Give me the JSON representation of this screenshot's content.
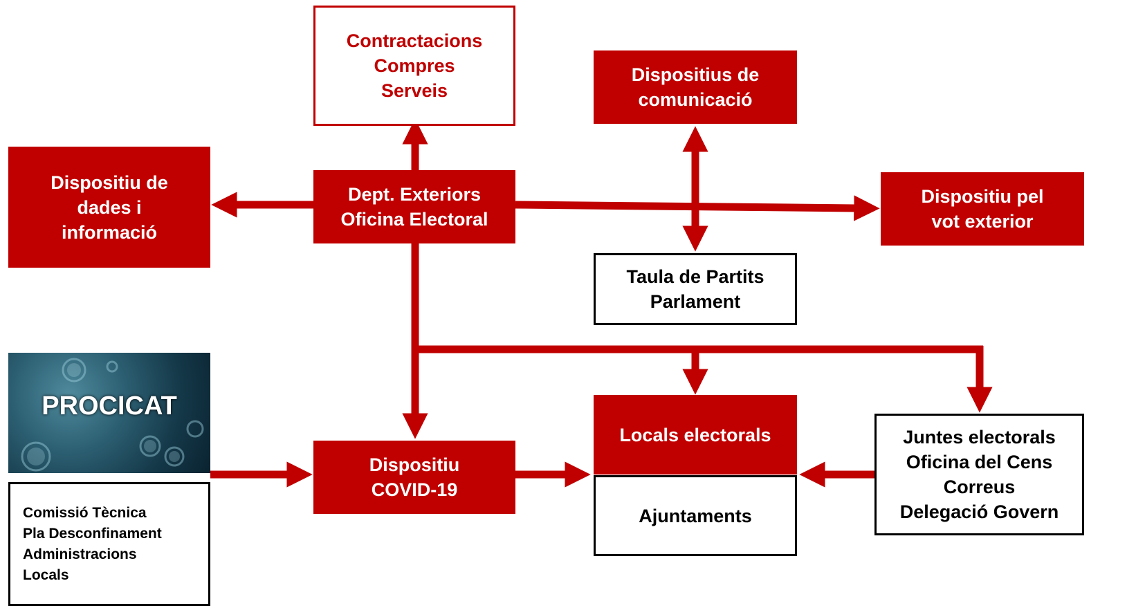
{
  "colors": {
    "accent": "#c00000",
    "text_dark": "#000000",
    "text_light": "#ffffff"
  },
  "nodes": {
    "contractacions": {
      "lines": [
        "Contractacions",
        "Compres",
        "Serveis"
      ]
    },
    "comunicacio": {
      "lines": [
        "Dispositius de",
        "comunicació"
      ]
    },
    "dades": {
      "lines": [
        "Dispositiu de",
        "dades i",
        "informació"
      ]
    },
    "exteriors": {
      "lines": [
        "Dept. Exteriors",
        "Oficina Electoral"
      ]
    },
    "vot_exterior": {
      "lines": [
        "Dispositiu pel",
        "vot exterior"
      ]
    },
    "taula_partits": {
      "lines": [
        "Taula de Partits",
        "Parlament"
      ]
    },
    "procicat": {
      "label": "PROCICAT"
    },
    "covid": {
      "lines": [
        "Dispositiu",
        "COVID-19"
      ]
    },
    "locals": {
      "lines": [
        "Locals electorals"
      ]
    },
    "ajuntaments": {
      "lines": [
        "Ajuntaments"
      ]
    },
    "juntes": {
      "lines": [
        "Juntes electorals",
        "Oficina del Cens",
        "Correus",
        "Delegació Govern"
      ]
    },
    "comissio": {
      "lines": [
        "Comissió Tècnica",
        "Pla Desconfinament",
        "Administracions",
        "Locals"
      ]
    }
  }
}
